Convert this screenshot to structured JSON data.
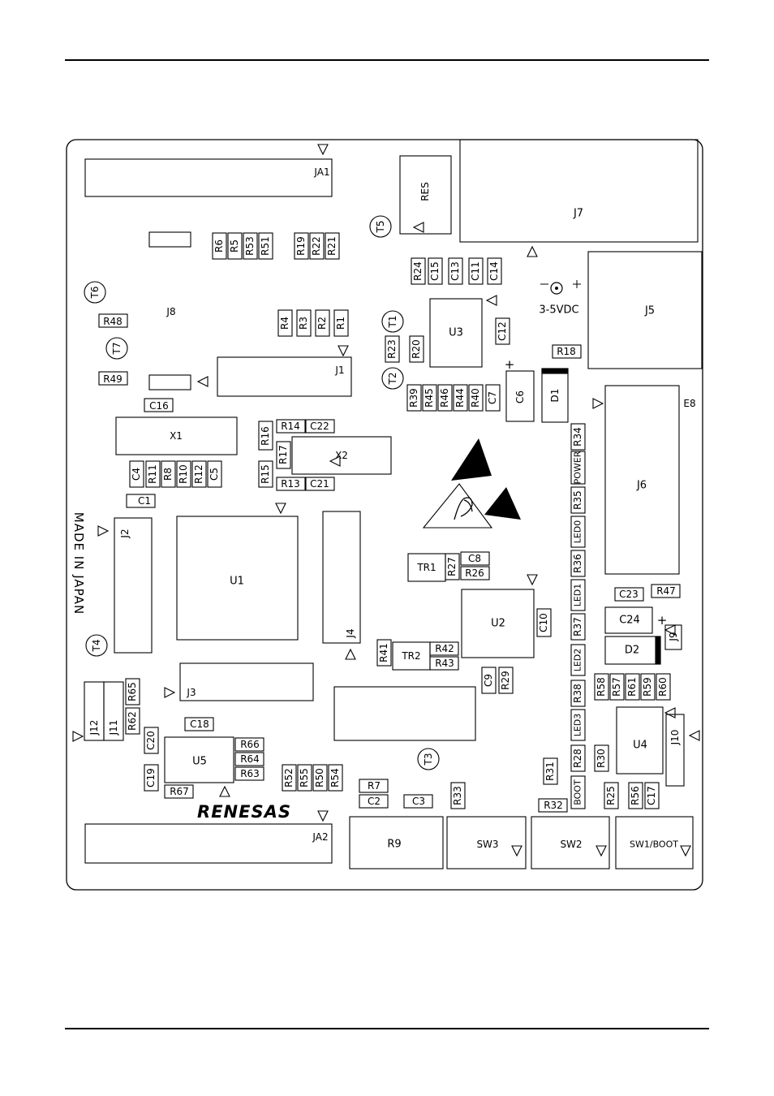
{
  "board": {
    "made_in": "MADE IN JAPAN",
    "brand": "RENESAS",
    "power_label": "3-5VDC",
    "components": [
      {
        "key": "JA1",
        "label": "JA1"
      },
      {
        "key": "JA2",
        "label": "JA2"
      },
      {
        "key": "RES",
        "label": "RES"
      },
      {
        "key": "J7",
        "label": "J7"
      },
      {
        "key": "T5",
        "label": "T5"
      },
      {
        "key": "R6",
        "label": "R6"
      },
      {
        "key": "R5",
        "label": "R5"
      },
      {
        "key": "R53",
        "label": "R53"
      },
      {
        "key": "R51",
        "label": "R51"
      },
      {
        "key": "R19",
        "label": "R19"
      },
      {
        "key": "R22",
        "label": "R22"
      },
      {
        "key": "R21",
        "label": "R21"
      },
      {
        "key": "R24",
        "label": "R24"
      },
      {
        "key": "C15",
        "label": "C15"
      },
      {
        "key": "C13",
        "label": "C13"
      },
      {
        "key": "C11",
        "label": "C11"
      },
      {
        "key": "C14",
        "label": "C14"
      },
      {
        "key": "T6",
        "label": "T6"
      },
      {
        "key": "J8",
        "label": "J8"
      },
      {
        "key": "R48",
        "label": "R48"
      },
      {
        "key": "T7",
        "label": "T7"
      },
      {
        "key": "R49",
        "label": "R49"
      },
      {
        "key": "R4",
        "label": "R4"
      },
      {
        "key": "R3",
        "label": "R3"
      },
      {
        "key": "R2",
        "label": "R2"
      },
      {
        "key": "R1",
        "label": "R1"
      },
      {
        "key": "J1",
        "label": "J1"
      },
      {
        "key": "T1",
        "label": "T1"
      },
      {
        "key": "U3",
        "label": "U3"
      },
      {
        "key": "C12",
        "label": "C12"
      },
      {
        "key": "J5",
        "label": "J5"
      },
      {
        "key": "R23",
        "label": "R23"
      },
      {
        "key": "R20",
        "label": "R20"
      },
      {
        "key": "R18",
        "label": "R18"
      },
      {
        "key": "T2",
        "label": "T2"
      },
      {
        "key": "R39",
        "label": "R39"
      },
      {
        "key": "R45",
        "label": "R45"
      },
      {
        "key": "R46",
        "label": "R46"
      },
      {
        "key": "R44",
        "label": "R44"
      },
      {
        "key": "R40",
        "label": "R40"
      },
      {
        "key": "C7",
        "label": "C7"
      },
      {
        "key": "C6",
        "label": "C6"
      },
      {
        "key": "D1",
        "label": "D1"
      },
      {
        "key": "E8",
        "label": "E8"
      },
      {
        "key": "C16",
        "label": "C16"
      },
      {
        "key": "X1",
        "label": "X1"
      },
      {
        "key": "R16",
        "label": "R16"
      },
      {
        "key": "R14",
        "label": "R14"
      },
      {
        "key": "C22",
        "label": "C22"
      },
      {
        "key": "R17",
        "label": "R17"
      },
      {
        "key": "X2",
        "label": "X2"
      },
      {
        "key": "R34",
        "label": "R34"
      },
      {
        "key": "C4",
        "label": "C4"
      },
      {
        "key": "R11",
        "label": "R11"
      },
      {
        "key": "R8",
        "label": "R8"
      },
      {
        "key": "R10",
        "label": "R10"
      },
      {
        "key": "R12",
        "label": "R12"
      },
      {
        "key": "C5",
        "label": "C5"
      },
      {
        "key": "R15",
        "label": "R15"
      },
      {
        "key": "R13",
        "label": "R13"
      },
      {
        "key": "C21",
        "label": "C21"
      },
      {
        "key": "POWER",
        "label": "POWER"
      },
      {
        "key": "J6",
        "label": "J6"
      },
      {
        "key": "C1",
        "label": "C1"
      },
      {
        "key": "R35",
        "label": "R35"
      },
      {
        "key": "J2",
        "label": "J2"
      },
      {
        "key": "U1",
        "label": "U1"
      },
      {
        "key": "LED0",
        "label": "LED0"
      },
      {
        "key": "TR1",
        "label": "TR1"
      },
      {
        "key": "R27",
        "label": "R27"
      },
      {
        "key": "C8",
        "label": "C8"
      },
      {
        "key": "R26",
        "label": "R26"
      },
      {
        "key": "R36",
        "label": "R36"
      },
      {
        "key": "LED1",
        "label": "LED1"
      },
      {
        "key": "C23",
        "label": "C23"
      },
      {
        "key": "R47",
        "label": "R47"
      },
      {
        "key": "U2",
        "label": "U2"
      },
      {
        "key": "C10",
        "label": "C10"
      },
      {
        "key": "C24",
        "label": "C24"
      },
      {
        "key": "J9",
        "label": "J9"
      },
      {
        "key": "J4",
        "label": "J4"
      },
      {
        "key": "T4",
        "label": "T4"
      },
      {
        "key": "R41",
        "label": "R41"
      },
      {
        "key": "TR2",
        "label": "TR2"
      },
      {
        "key": "R42",
        "label": "R42"
      },
      {
        "key": "R43",
        "label": "R43"
      },
      {
        "key": "R37",
        "label": "R37"
      },
      {
        "key": "D2",
        "label": "D2"
      },
      {
        "key": "LED2",
        "label": "LED2"
      },
      {
        "key": "C9",
        "label": "C9"
      },
      {
        "key": "R29",
        "label": "R29"
      },
      {
        "key": "R58",
        "label": "R58"
      },
      {
        "key": "R57",
        "label": "R57"
      },
      {
        "key": "R61",
        "label": "R61"
      },
      {
        "key": "R59",
        "label": "R59"
      },
      {
        "key": "R60",
        "label": "R60"
      },
      {
        "key": "R65",
        "label": "R65"
      },
      {
        "key": "J3",
        "label": "J3"
      },
      {
        "key": "R38",
        "label": "R38"
      },
      {
        "key": "J12",
        "label": "J12"
      },
      {
        "key": "J11",
        "label": "J11"
      },
      {
        "key": "R62",
        "label": "R62"
      },
      {
        "key": "C18",
        "label": "C18"
      },
      {
        "key": "LED3",
        "label": "LED3"
      },
      {
        "key": "U4",
        "label": "U4"
      },
      {
        "key": "J10",
        "label": "J10"
      },
      {
        "key": "C20",
        "label": "C20"
      },
      {
        "key": "U5",
        "label": "U5"
      },
      {
        "key": "R66",
        "label": "R66"
      },
      {
        "key": "R64",
        "label": "R64"
      },
      {
        "key": "R63",
        "label": "R63"
      },
      {
        "key": "T3",
        "label": "T3"
      },
      {
        "key": "R28",
        "label": "R28"
      },
      {
        "key": "R30",
        "label": "R30"
      },
      {
        "key": "C19",
        "label": "C19"
      },
      {
        "key": "R52",
        "label": "R52"
      },
      {
        "key": "R55",
        "label": "R55"
      },
      {
        "key": "R50",
        "label": "R50"
      },
      {
        "key": "R54",
        "label": "R54"
      },
      {
        "key": "R7",
        "label": "R7"
      },
      {
        "key": "R31",
        "label": "R31"
      },
      {
        "key": "R67",
        "label": "R67"
      },
      {
        "key": "R33",
        "label": "R33"
      },
      {
        "key": "BOOT",
        "label": "BOOT"
      },
      {
        "key": "R25",
        "label": "R25"
      },
      {
        "key": "R56",
        "label": "R56"
      },
      {
        "key": "C17",
        "label": "C17"
      },
      {
        "key": "C2",
        "label": "C2"
      },
      {
        "key": "C3",
        "label": "C3"
      },
      {
        "key": "R32",
        "label": "R32"
      },
      {
        "key": "R9",
        "label": "R9"
      },
      {
        "key": "SW3",
        "label": "SW3"
      },
      {
        "key": "SW2",
        "label": "SW2"
      },
      {
        "key": "SW1",
        "label": "SW1/BOOT"
      }
    ]
  },
  "colors": {
    "ink": "#000000",
    "paper": "#ffffff"
  }
}
